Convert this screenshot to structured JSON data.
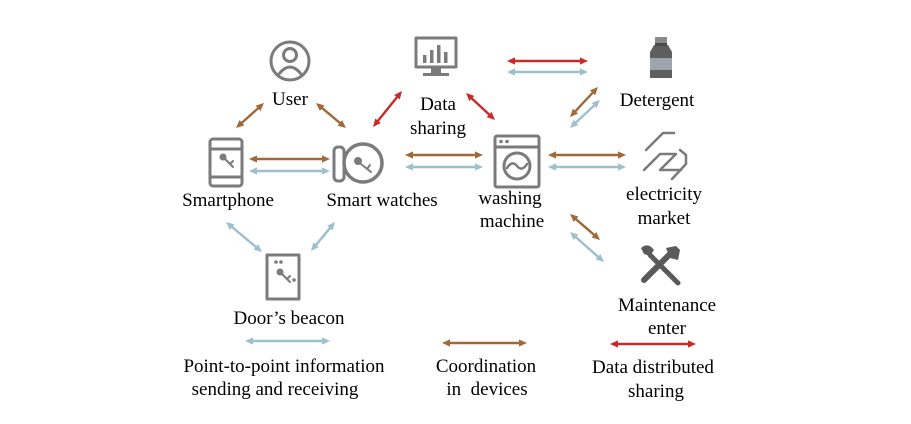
{
  "colors": {
    "coordination": "#a0693a",
    "p2p": "#9ec0cc",
    "data": "#c92a2a",
    "icon": "#7b7b7b",
    "text": "#000000"
  },
  "nodes": {
    "user": {
      "label": "User",
      "icon": "user-icon"
    },
    "data_sharing": {
      "label_1": "Data",
      "label_2": "sharing",
      "icon": "monitor-chart-icon"
    },
    "detergent": {
      "label": "Detergent",
      "icon": "detergent-bottle-icon"
    },
    "smartphone": {
      "label": "Smartphone",
      "icon": "smartphone-icon"
    },
    "smart_watches": {
      "label": "Smart watches",
      "icon": "smart-watch-icon"
    },
    "washing_machine": {
      "label_1": "washing",
      "label_2": "machine",
      "icon": "washing-machine-icon"
    },
    "electricity_market": {
      "label_1": "electricity",
      "label_2": "market",
      "icon": "power-line-icon"
    },
    "doors_beacon": {
      "label": "Door’s beacon",
      "icon": "door-beacon-icon"
    },
    "maintenance": {
      "label_1": "Maintenance",
      "label_2": "enter",
      "icon": "tools-icon"
    }
  },
  "legend": {
    "p2p": {
      "line_1": "Point-to-point information",
      "line_2": "sending and receiving"
    },
    "coordination": {
      "line_1": "Coordination",
      "line_2": "in  devices"
    },
    "data": {
      "line_1": "Data distributed",
      "line_2": "sharing"
    }
  }
}
